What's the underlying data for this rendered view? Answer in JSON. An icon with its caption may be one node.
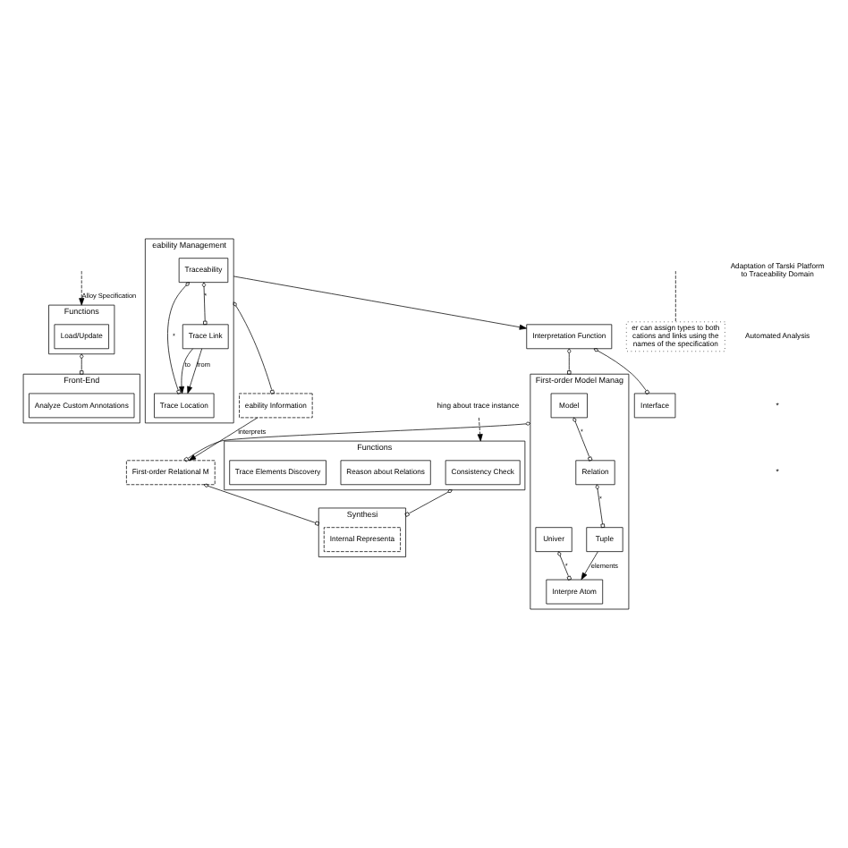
{
  "diagram": {
    "nodes": [
      {
        "text": [
          "Functions"
        ]
      },
      {
        "text": [
          "Load/Update"
        ],
        "in": 0
      },
      {
        "text": [
          "Front-End"
        ]
      },
      {
        "text": [
          "Analyze Custom Annotations"
        ],
        "in": 2
      },
      {
        "text": [
          "eability Management"
        ]
      },
      {
        "text": [
          "Traceability"
        ],
        "in": 4
      },
      {
        "text": [
          "Trace Location"
        ],
        "in": 4
      },
      {
        "text": [
          "Trace Link"
        ],
        "in": 4
      },
      {
        "text": [
          "eability Information"
        ]
      },
      {
        "text": [
          "Interpretation Function"
        ]
      },
      {
        "text": [
          "Interface"
        ]
      },
      {
        "text": [
          "First-order Model Manag"
        ]
      },
      {
        "text": [
          "Model"
        ],
        "in": 11
      },
      {
        "text": [
          "Relation"
        ],
        "in": 11
      },
      {
        "text": [
          "Univer"
        ],
        "in": 11
      },
      {
        "text": [
          "Tuple"
        ],
        "in": 11
      },
      {
        "text": [
          "Interpre Atom"
        ],
        "in": 11
      },
      {
        "text": [
          "First-order Relational M"
        ]
      },
      {
        "text": [
          "Functions"
        ]
      },
      {
        "text": [
          "Consistency Check"
        ],
        "in": 18
      },
      {
        "text": [
          "Reason about Relations"
        ],
        "in": 18
      },
      {
        "text": [
          "Trace Elements Discovery"
        ],
        "in": 18
      },
      {
        "text": [
          "Synthesi"
        ]
      },
      {
        "text": [
          "Internal Representa"
        ],
        "in": 22
      },
      {
        "text": [
          "er can assign types to both cations and links using the names of the specification"
        ]
      },
      {
        "text": [
          "hing about trace instance"
        ]
      }
    ],
    "edges": [
      {
        "from": null,
        "to": 0,
        "arrow": "to",
        "style": "dashed",
        "label": "Alloy Specification"
      },
      {
        "from": 0,
        "to": 2,
        "arrow": "other"
      },
      {
        "from": 5,
        "to": 6,
        "arrow": "other",
        "label": "*"
      },
      {
        "from": 5,
        "to": 7,
        "arrow": "other",
        "label": "*"
      },
      {
        "from": 7,
        "to": 6,
        "arrow": "to",
        "label": "to"
      },
      {
        "from": 7,
        "to": 6,
        "arrow": "to",
        "label": "from"
      },
      {
        "from": 4,
        "to": 9,
        "arrow": "to"
      },
      {
        "from": 4,
        "to": 8,
        "arrow": "other"
      },
      {
        "from": 9,
        "to": 10,
        "arrow": "other"
      },
      {
        "from": 9,
        "to": 11,
        "arrow": "other"
      },
      {
        "from": 12,
        "to": 13,
        "arrow": "other",
        "label": "*"
      },
      {
        "from": 13,
        "to": 15,
        "arrow": "other",
        "label": "*"
      },
      {
        "from": 15,
        "to": 16,
        "arrow": "to",
        "label": "elements"
      },
      {
        "from": 14,
        "to": 16,
        "arrow": "other",
        "label": "*"
      },
      {
        "from": 8,
        "to": 17,
        "arrow": "to",
        "label": "interprets"
      },
      {
        "from": 11,
        "to": 17,
        "arrow": "other"
      },
      {
        "from": 17,
        "to": 22,
        "arrow": "other"
      },
      {
        "from": 18,
        "to": 22,
        "arrow": "other"
      },
      {
        "from": null,
        "to": 24,
        "arrow": "none",
        "style": "dashed"
      },
      {
        "from": 25,
        "to": 18,
        "arrow": "to",
        "style": "dashed"
      }
    ],
    "labels": [
      "Adaptation of Tarski Platform to Traceability Domain",
      "Automated Analysis",
      "*",
      "*"
    ]
  }
}
